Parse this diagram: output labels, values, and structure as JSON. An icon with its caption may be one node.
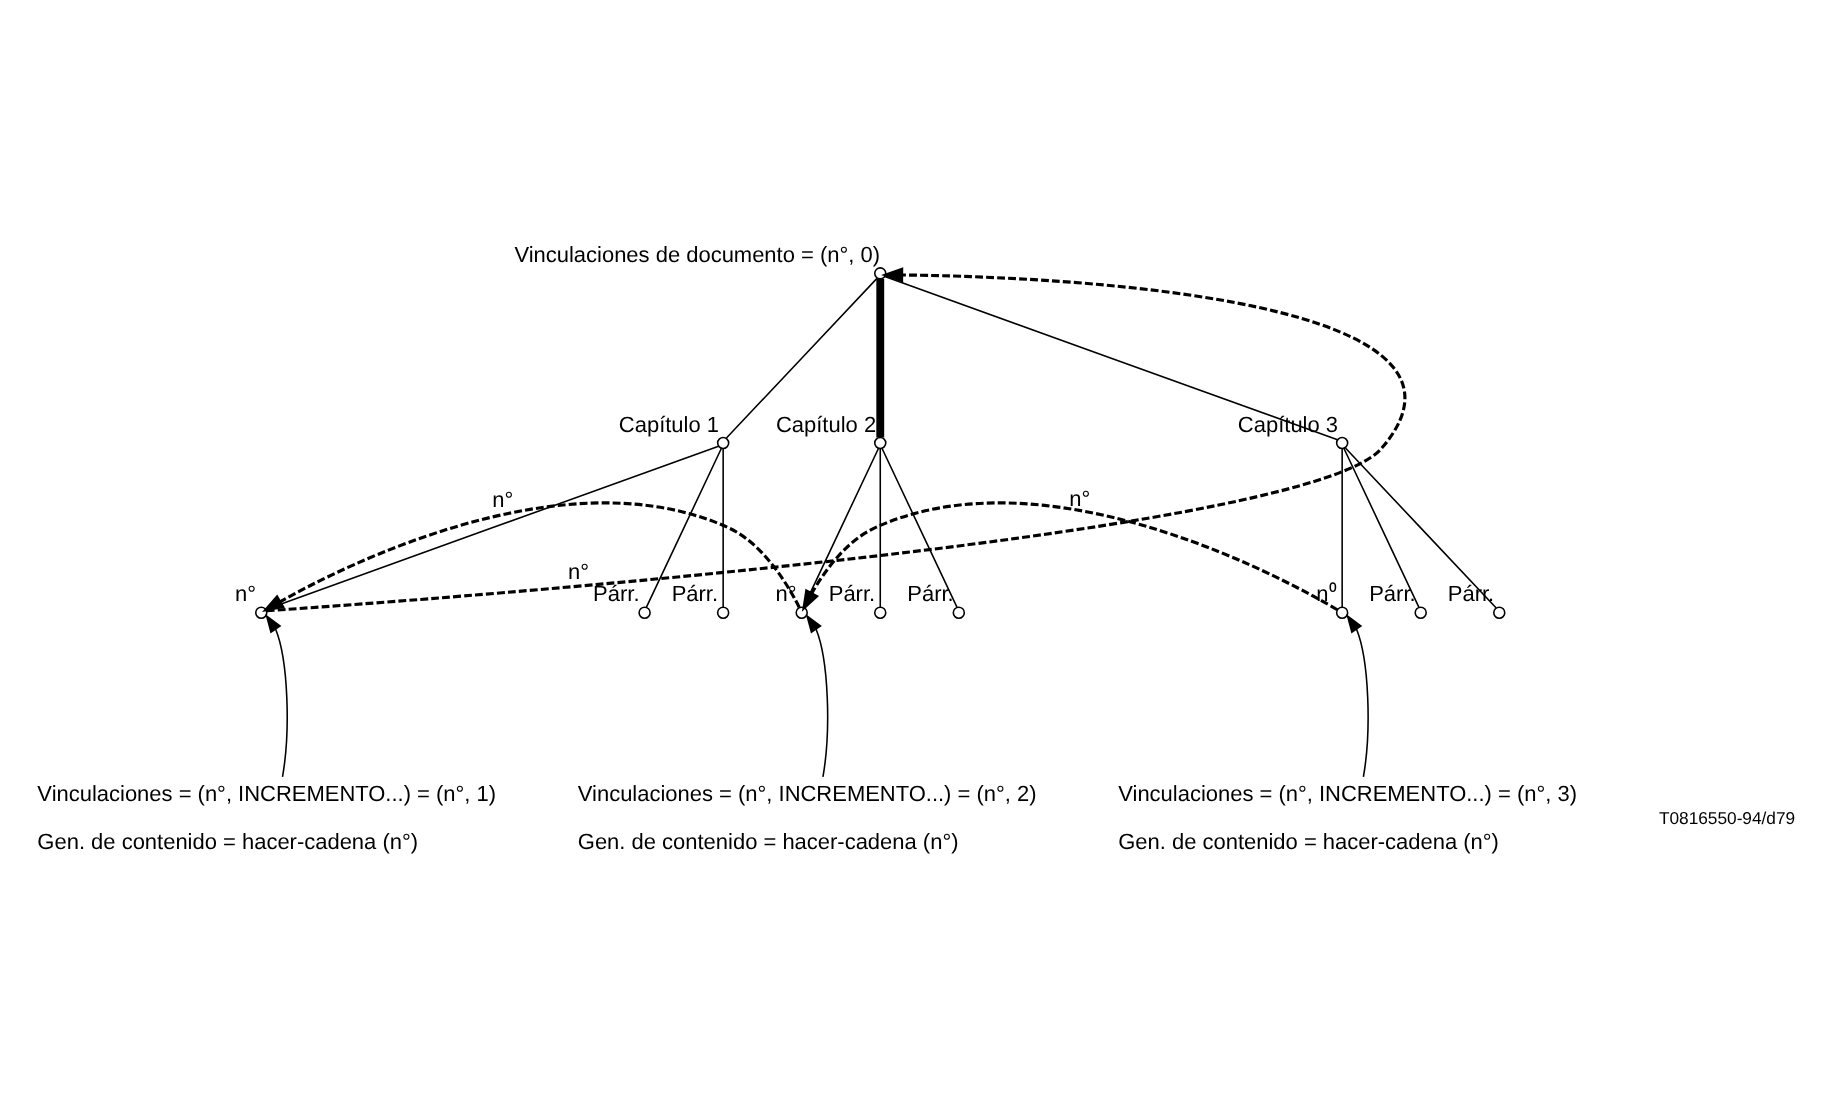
{
  "diagram": {
    "nodes": [
      {
        "text": [],
        "shape": "circle",
        "beside": [
          "Vinculaciones de documento = (n°, 0)"
        ]
      },
      {
        "text": [],
        "shape": "circle",
        "beside": [
          "Capítulo 1"
        ]
      },
      {
        "text": [],
        "shape": "circle",
        "beside": [
          "n°"
        ]
      },
      {
        "text": [],
        "shape": "circle",
        "beside": [
          "Párr."
        ]
      },
      {
        "text": [],
        "shape": "circle",
        "beside": [
          "Párr."
        ]
      },
      {
        "text": [],
        "shape": "circle",
        "beside": [
          "Capítulo 2"
        ]
      },
      {
        "text": [],
        "shape": "circle",
        "beside": [
          "n°"
        ]
      },
      {
        "text": [],
        "shape": "circle",
        "beside": [
          "Párr."
        ]
      },
      {
        "text": [],
        "shape": "circle",
        "beside": [
          "Párr."
        ]
      },
      {
        "text": [],
        "shape": "circle",
        "beside": [
          "Capítulo 3"
        ]
      },
      {
        "text": [],
        "shape": "circle",
        "beside": [
          "n⁰"
        ]
      },
      {
        "text": [],
        "shape": "circle",
        "beside": [
          "Párr."
        ]
      },
      {
        "text": [],
        "shape": "circle",
        "beside": [
          "Párr."
        ]
      },
      {
        "text": [
          "Vinculaciones = (n°, INCREMENTO...) = (n°, 1)",
          "Gen. de contenido = hacer-cadena (n°)"
        ]
      },
      {
        "text": [
          "Vinculaciones = (n°, INCREMENTO...) = (n°, 2)",
          "Gen. de contenido = hacer-cadena (n°)"
        ]
      },
      {
        "text": [
          "Vinculaciones = (n°, INCREMENTO...) = (n°, 3)",
          "Gen. de contenido = hacer-cadena (n°)"
        ]
      }
    ],
    "edges": [
      {
        "from": 0,
        "to": 1,
        "arrow": "none"
      },
      {
        "from": 0,
        "to": 5,
        "arrow": "none",
        "style": "thick"
      },
      {
        "from": 0,
        "to": 9,
        "arrow": "none"
      },
      {
        "from": 1,
        "to": 2,
        "arrow": "none"
      },
      {
        "from": 1,
        "to": 3,
        "arrow": "none"
      },
      {
        "from": 1,
        "to": 4,
        "arrow": "none"
      },
      {
        "from": 5,
        "to": 6,
        "arrow": "none"
      },
      {
        "from": 5,
        "to": 7,
        "arrow": "none"
      },
      {
        "from": 5,
        "to": 8,
        "arrow": "none"
      },
      {
        "from": 9,
        "to": 10,
        "arrow": "none"
      },
      {
        "from": 9,
        "to": 11,
        "arrow": "none"
      },
      {
        "from": 9,
        "to": 12,
        "arrow": "none"
      },
      {
        "from": 2,
        "to": 0,
        "arrow": "to",
        "style": "dashed",
        "label": "n°"
      },
      {
        "from": 6,
        "to": 2,
        "arrow": "to",
        "style": "dashed",
        "label": "n°"
      },
      {
        "from": 10,
        "to": 6,
        "arrow": "to",
        "style": "dashed",
        "label": "n°"
      },
      {
        "from": 13,
        "to": 2,
        "arrow": "to"
      },
      {
        "from": 14,
        "to": 6,
        "arrow": "to"
      },
      {
        "from": 15,
        "to": 10,
        "arrow": "to"
      }
    ],
    "labels": [
      "T0816550-94/d79"
    ]
  }
}
